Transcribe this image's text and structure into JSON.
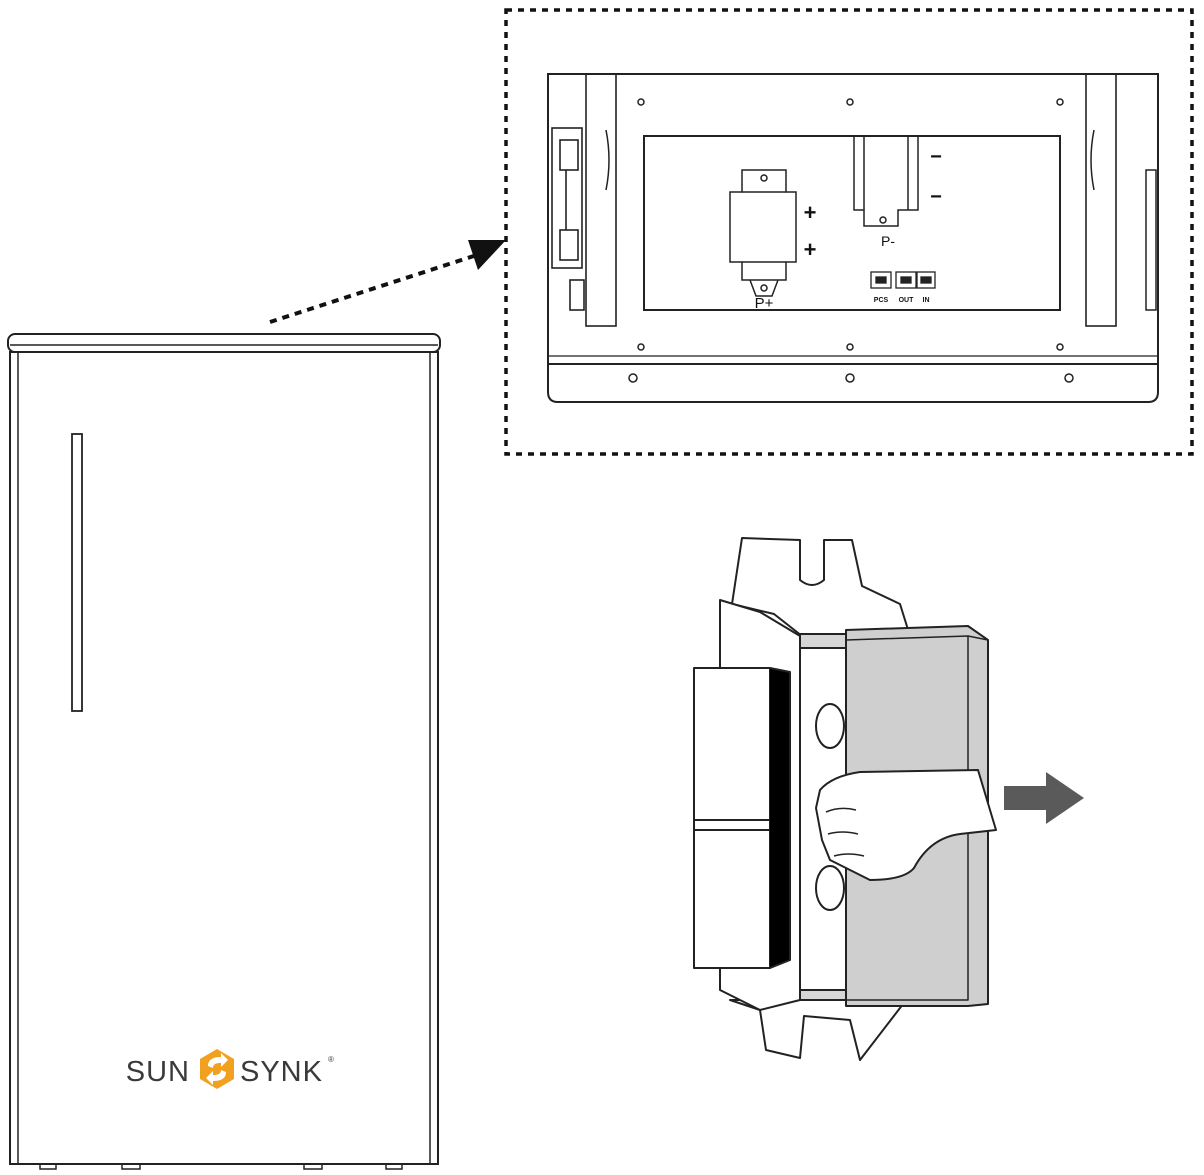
{
  "brand": {
    "name_left": "SUN",
    "name_right": "SYNK",
    "trademark": "®",
    "accent_color": "#f2a020"
  },
  "detail": {
    "label_p_plus": "P+",
    "label_p_minus": "P-",
    "sign_plus": "+",
    "sign_minus": "−",
    "port_labels": [
      "PCS",
      "OUT",
      "IN"
    ]
  },
  "icons": [
    "dotted-arrow-icon",
    "right-arrow-icon",
    "hand-icon"
  ]
}
